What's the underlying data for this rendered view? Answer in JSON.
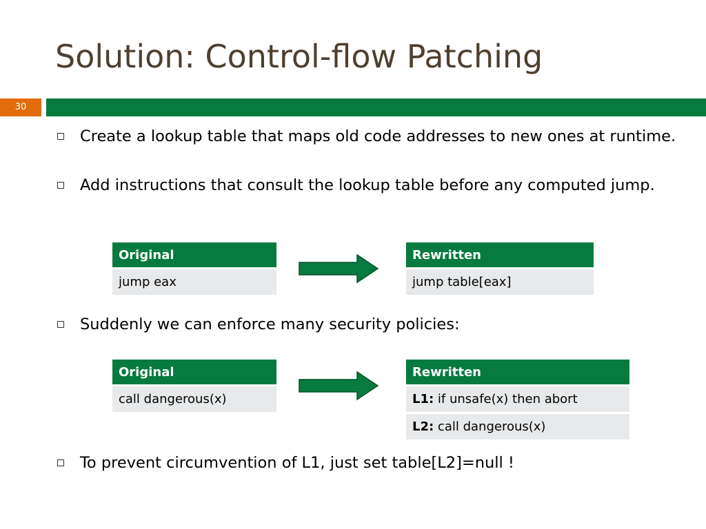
{
  "slide": {
    "title": "Solution: Control-flow Patching",
    "number": "30"
  },
  "bullets": [
    "Create a lookup table that maps old code addresses to new ones at runtime.",
    "Add instructions that consult the lookup table before any computed jump.",
    "Suddenly we can enforce many security policies:",
    "To prevent circumvention of L1, just set table[L2]=null !"
  ],
  "example1": {
    "original_header": "Original",
    "original_rows": [
      "jump eax"
    ],
    "rewritten_header": "Rewritten",
    "rewritten_rows": [
      "jump table[eax]"
    ]
  },
  "example2": {
    "original_header": "Original",
    "original_rows": [
      "call dangerous(x)"
    ],
    "rewritten_header": "Rewritten",
    "rewritten_rows": [
      {
        "label": "L1:",
        "code": " if unsafe(x) then abort"
      },
      {
        "label": "L2:",
        "code": " call dangerous(x)"
      }
    ]
  },
  "colors": {
    "title": "#4e3f30",
    "accent_orange": "#e36c0a",
    "accent_green": "#077b3f",
    "table_row": "#e8e9ea"
  },
  "icons": {
    "bullet": "hollow-square-bullet-icon",
    "arrow": "right-arrow-icon"
  }
}
